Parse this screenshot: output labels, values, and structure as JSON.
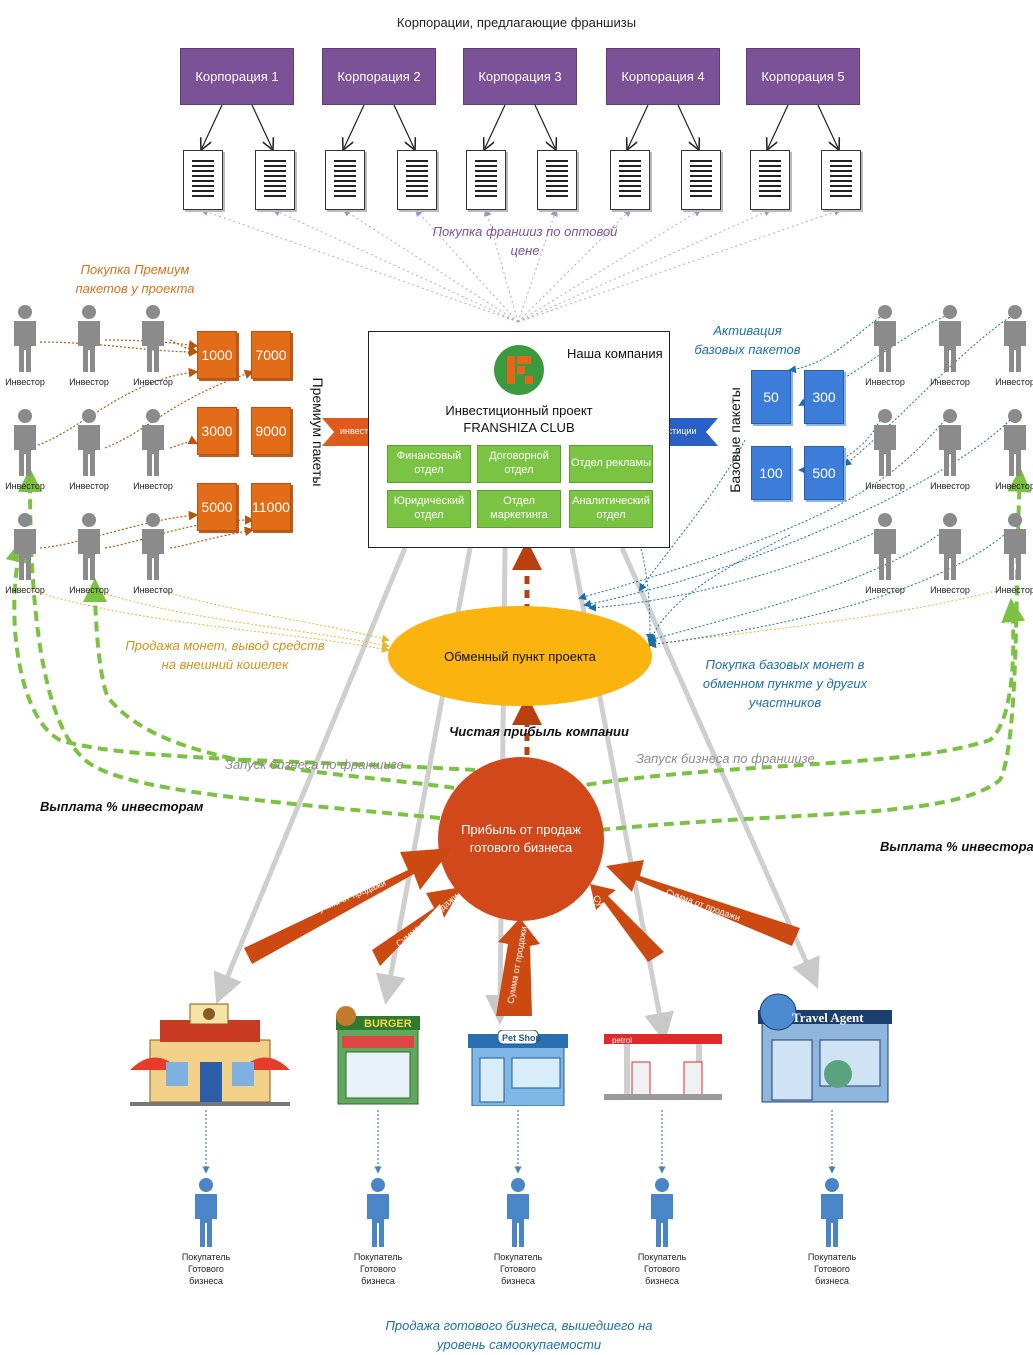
{
  "header": {
    "title": "Корпорации, предлагающие франшизы"
  },
  "corporations": [
    "Корпорация 1",
    "Корпорация 2",
    "Корпорация 3",
    "Корпорация 4",
    "Корпорация 5"
  ],
  "notes": {
    "wholesale": "Покупка франшиз по оптовой цене",
    "premium_purchase": "Покупка Премиум пакетов у проекта",
    "base_activation": "Активация базовых пакетов",
    "coin_sale": "Продажа монет, вывод средств на внешний кошелек",
    "base_coin_purchase": "Покупка базовых монет в обменном пункте у других участников",
    "net_profit": "Чистая прибыль компании",
    "launch_left": "Запуск бизнеса по франшизе",
    "launch_right": "Запуск бизнеса по франшизе",
    "payout_left": "Выплата % инвесторам",
    "payout_right": "Выплата % инвесторам",
    "bottom": "Продажа готового бизнеса, вышедшего на уровень самоокупаемости"
  },
  "company": {
    "label": "Наша компания",
    "project_line1": "Инвестиционный проект",
    "project_line2": "FRANSHIZA CLUB",
    "departments": [
      "Финансовый отдел",
      "Договорной отдел",
      "Отдел рекламы",
      "Юридический отдел",
      "Отдел маркетинга",
      "Аналитический отдел"
    ]
  },
  "premium": {
    "label": "Премиум пакеты",
    "values": [
      "1000",
      "7000",
      "3000",
      "9000",
      "5000",
      "11000"
    ]
  },
  "base": {
    "label": "Базовые пакеты",
    "values": [
      "50",
      "300",
      "100",
      "500"
    ]
  },
  "investor_label": "Инвестор",
  "arrow_invest_label": "инвестиции",
  "exchange": {
    "label": "Обменный пункт проекта"
  },
  "profit": {
    "label": "Прибыль от продаж готового бизнеса"
  },
  "sales_arrow_label": "Сумма от продажи",
  "businesses": [
    {
      "icon": "cafe-icon",
      "sign": ""
    },
    {
      "icon": "burger-shop-icon",
      "sign": "BURGER"
    },
    {
      "icon": "pet-shop-icon",
      "sign": "Pet Shop"
    },
    {
      "icon": "gas-station-icon",
      "sign": "petrol"
    },
    {
      "icon": "travel-agent-icon",
      "sign": "Travel Agent"
    }
  ],
  "buyer_label": "Покупатель Готового бизнеса",
  "colors": {
    "corp": "#7b5197",
    "premium": "#e36c19",
    "base": "#3b7dd8",
    "dept": "#7bc443",
    "exchange": "#fbb30f",
    "profit": "#d1481a",
    "payout": "#7cc242",
    "sales_arrow": "#cc4a12"
  }
}
